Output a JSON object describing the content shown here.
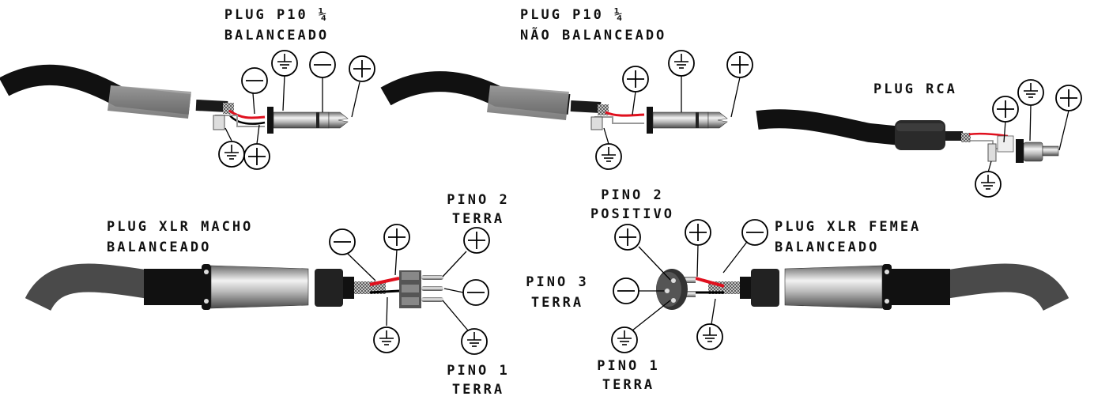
{
  "labels": {
    "p10_bal_title": "PLUG P10 ¼",
    "p10_bal_sub": "BALANCEADO",
    "p10_unbal_title": "PLUG P10 ¼",
    "p10_unbal_sub": "NÃO BALANCEADO",
    "rca_title": "PLUG RCA",
    "xlr_male_title": "PLUG XLR MACHO",
    "xlr_male_sub": "BALANCEADO",
    "xlr_female_title": "PLUG XLR FEMEA",
    "xlr_female_sub": "BALANCEADO",
    "male_pin2_a": "PINO 2",
    "male_pin2_b": "TERRA",
    "male_pin1_a": "PINO 1",
    "male_pin1_b": "TERRA",
    "female_pin2_a": "PINO 2",
    "female_pin2_b": "POSITIVO",
    "female_pin3_a": "PINO 3",
    "female_pin3_b": "TERRA",
    "female_pin1_a": "PINO 1",
    "female_pin1_b": "TERRA"
  },
  "symbols": {
    "positive": "positive-symbol-icon",
    "negative": "negative-symbol-icon",
    "ground": "ground-symbol-icon"
  },
  "colors": {
    "cable": "#111111",
    "sleeve": "#8c8c8c",
    "red_wire": "#e0101e",
    "metal": "#c8c8c8",
    "line": "#000000"
  }
}
